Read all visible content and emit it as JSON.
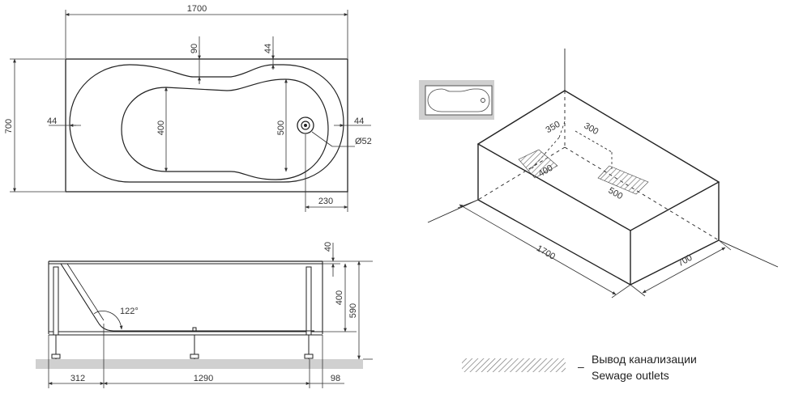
{
  "top_view": {
    "length": "1700",
    "width": "700",
    "rim_top": "90",
    "rim_top_right": "44",
    "rim_left": "44",
    "rim_right": "44",
    "inner_width_left": "400",
    "inner_width_right": "500",
    "drain_diameter": "Ø52",
    "drain_offset": "230"
  },
  "side_view": {
    "rim_height": "40",
    "depth": "400",
    "total_height": "590",
    "angle": "122°",
    "left_offset": "312",
    "bottom_length": "1290",
    "right_offset": "98"
  },
  "iso_view": {
    "length": "1700",
    "width": "700",
    "outlet1_offset": "350",
    "outlet2_offset": "300",
    "outlet1_size": "400",
    "outlet2_size": "500"
  },
  "legend": {
    "dash": "–",
    "line1": "Вывод канализации",
    "line2": "Sewage outlets"
  }
}
